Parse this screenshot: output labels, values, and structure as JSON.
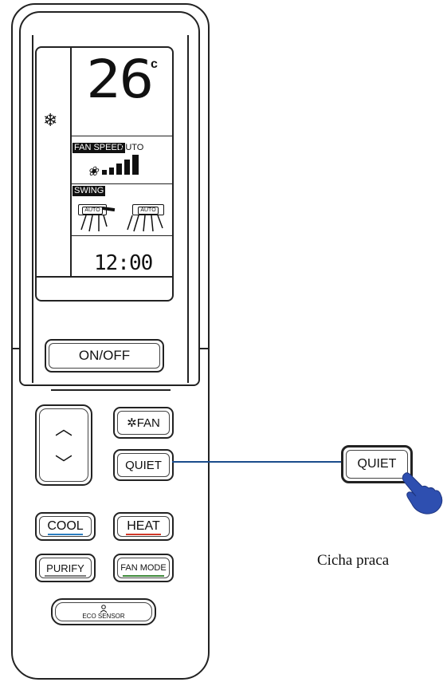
{
  "display": {
    "temperature": "26",
    "unit": "c",
    "mode_icon": "snowflake-icon",
    "fan_speed_tag": "FAN SPEED",
    "fan_speed_mode": "AUTO",
    "swing_tag": "SWING",
    "swing_auto_left": "AUTO",
    "swing_auto_right": "AUTO",
    "time": "12:00"
  },
  "buttons": {
    "on_off": "ON/OFF",
    "up": "︿",
    "down": "﹀",
    "fan_icon": "✲",
    "fan": "FAN",
    "quiet": "QUIET",
    "cool": "COOL",
    "heat": "HEAT",
    "purify": "PURIFY",
    "fan_mode": "FAN MODE",
    "eco_icon": "person-icon",
    "eco_sensor": "ECO SENSOR"
  },
  "callout": {
    "button_label": "QUIET",
    "caption": "Cicha praca",
    "hand_icon": "pointing-hand-icon"
  },
  "colors": {
    "cool_underline": "#2d7fc1",
    "heat_underline": "#d23a2a",
    "purify_underline": "#7a7a7a",
    "fan_mode_underline": "#3f8a3a",
    "connector": "#1a4c8c",
    "hand": "#2e4fb0"
  }
}
